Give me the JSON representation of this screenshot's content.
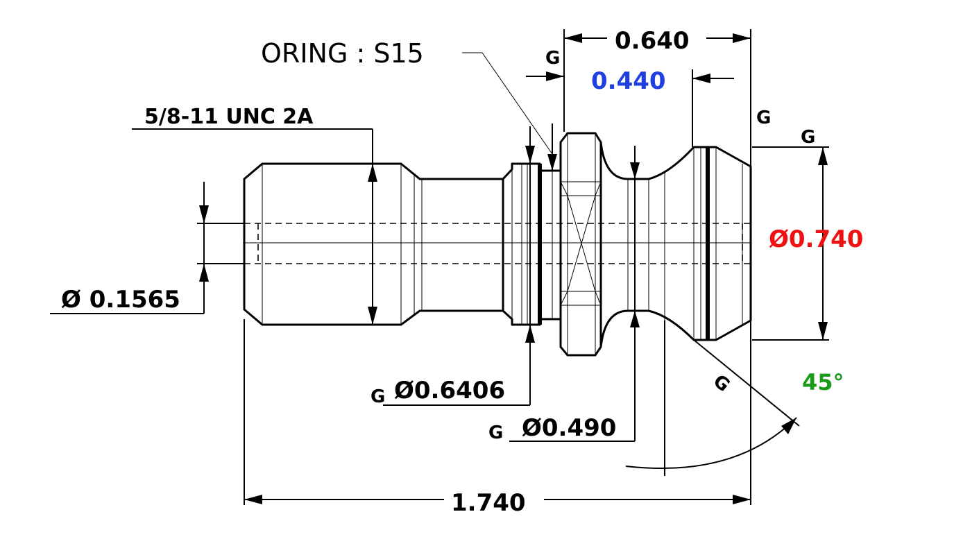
{
  "labels": {
    "oring": "ORING : S15",
    "thread": "5/8-11 UNC 2A",
    "bore_dia": "Ø 0.1565",
    "groove_dia": "Ø0.6406",
    "neck_dia": "Ø0.490",
    "head_dia": "Ø0.740",
    "overall_len": "1.740",
    "top_len": "0.640",
    "head_len": "0.440",
    "angle": "45°"
  },
  "grind_mark": "G",
  "colors": {
    "line": "#000000",
    "head_len": "#1f3fe0",
    "head_dia": "#ee1111",
    "angle": "#1a9a1a"
  }
}
